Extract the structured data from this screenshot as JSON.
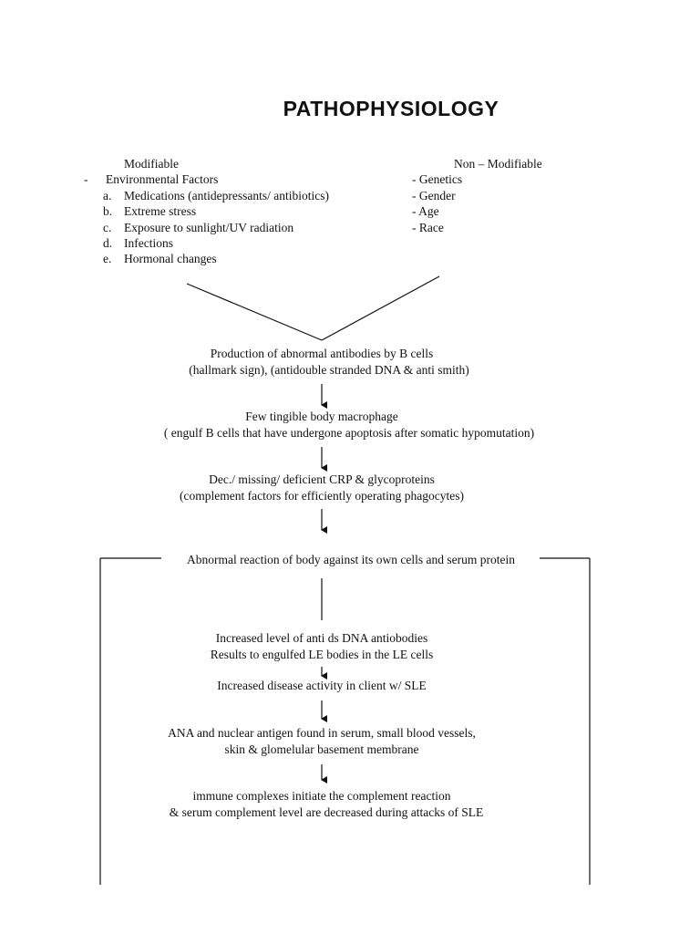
{
  "title": "PATHOPHYSIOLOGY",
  "modifiable": {
    "heading": "Modifiable",
    "group_marker": "-",
    "group_label": "Environmental Factors",
    "items": [
      {
        "marker": "a.",
        "text": "Medications (antidepressants/ antibiotics)"
      },
      {
        "marker": "b.",
        "text": "Extreme stress"
      },
      {
        "marker": "c.",
        "text": "Exposure to sunlight/UV radiation"
      },
      {
        "marker": "d.",
        "text": "Infections"
      },
      {
        "marker": "e.",
        "text": "Hormonal changes"
      }
    ]
  },
  "non_modifiable": {
    "heading": "Non – Modifiable",
    "items": [
      "- Genetics",
      "- Gender",
      "- Age",
      "- Race"
    ]
  },
  "flow": {
    "step1": {
      "line1": "Production of abnormal antibodies by B cells",
      "line2": "(hallmark sign), (antidouble stranded DNA & anti smith)"
    },
    "step2": {
      "line1": "Few tingible body macrophage",
      "line2": "( engulf B cells that have undergone apoptosis after somatic hypomutation)"
    },
    "step3": {
      "line1": "Dec./ missing/ deficient CRP & glycoproteins",
      "line2": "(complement factors for efficiently operating phagocytes)"
    },
    "step4": "Abnormal reaction of body against its own cells and serum protein",
    "step5": {
      "line1": "Increased level of anti ds DNA antiobodies",
      "line2": "Results to engulfed LE bodies in the LE cells"
    },
    "step6": "Increased disease activity in client w/ SLE",
    "step7": {
      "line1": "ANA and nuclear antigen found in serum, small blood vessels,",
      "line2": "skin & glomelular basement membrane"
    },
    "step8": {
      "line1": "immune complexes initiate the complement reaction",
      "line2": "& serum complement level are decreased during attacks of SLE"
    }
  }
}
